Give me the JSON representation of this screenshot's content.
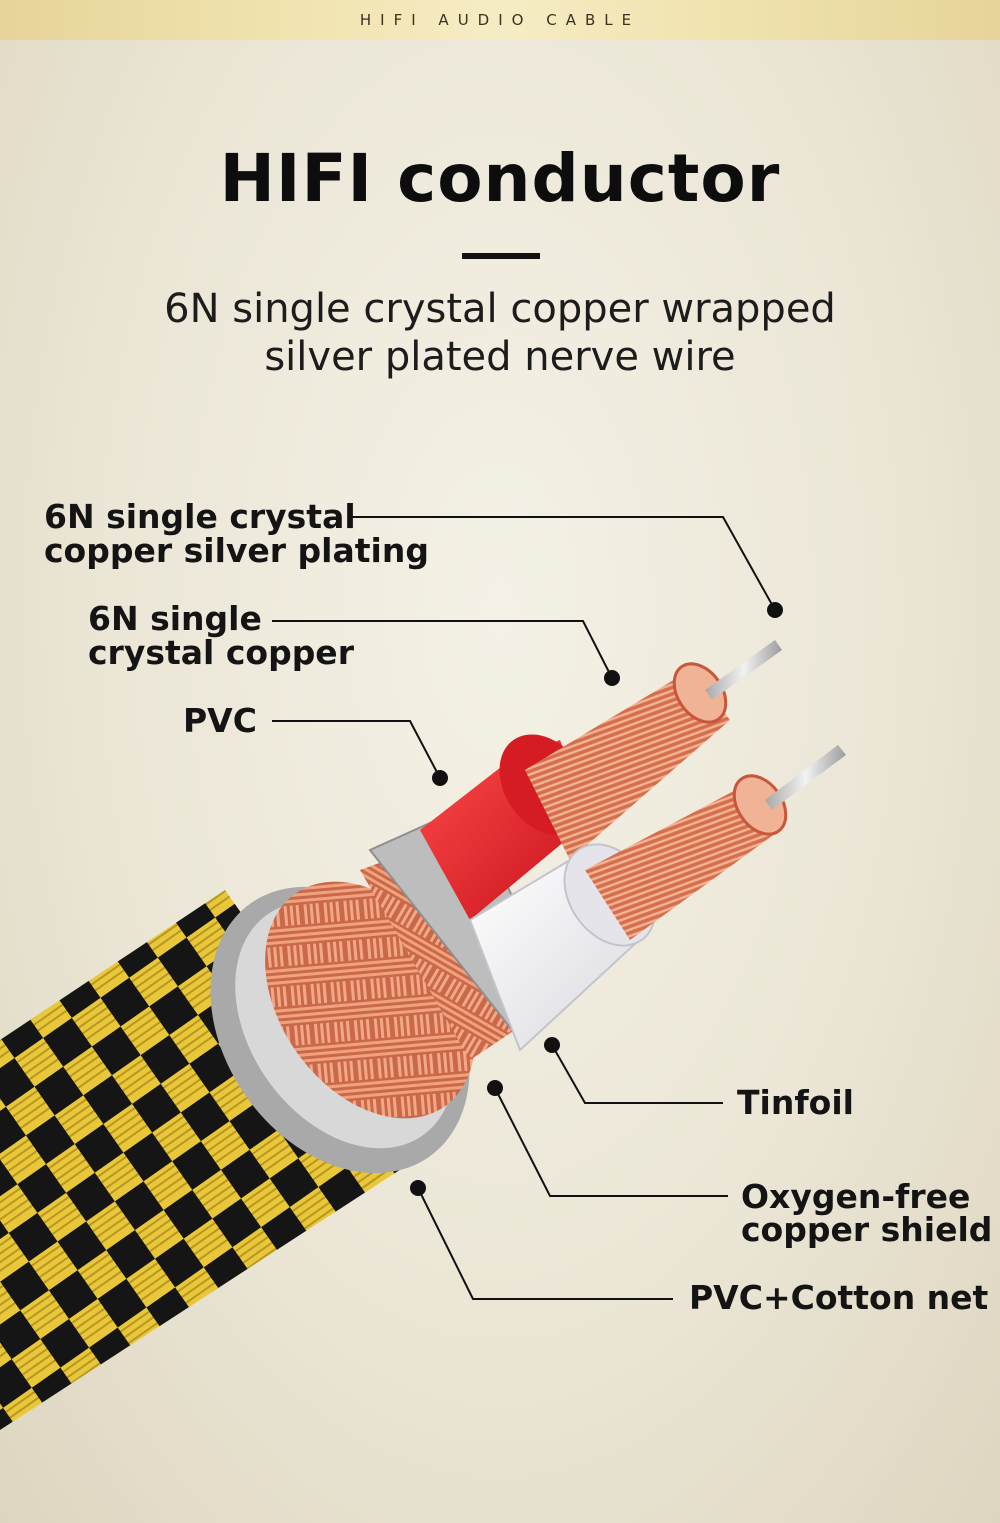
{
  "header": {
    "banner": "HIFI AUDIO CABLE"
  },
  "hero": {
    "title": "HIFI conductor",
    "subtitle_line1": "6N single crystal copper wrapped",
    "subtitle_line2": "silver plated nerve wire"
  },
  "labels": {
    "silver_plating_line1": "6N single crystal",
    "silver_plating_line2": "copper silver plating",
    "crystal_copper_line1": "6N single",
    "crystal_copper_line2": "crystal copper",
    "pvc": "PVC",
    "tinfoil": "Tinfoil",
    "copper_shield_line1": "Oxygen-free",
    "copper_shield_line2": "copper shield",
    "pvc_cotton": "PVC+Cotton net"
  },
  "colors": {
    "braid_yellow": "#e8c83a",
    "braid_black": "#151515",
    "copper": "#d9825c",
    "red_insulation": "#e8252a",
    "white_insulation": "#f2f2f4",
    "tinfoil_gray": "#b9b9b9",
    "silver_wire": "#cfcfcf"
  }
}
